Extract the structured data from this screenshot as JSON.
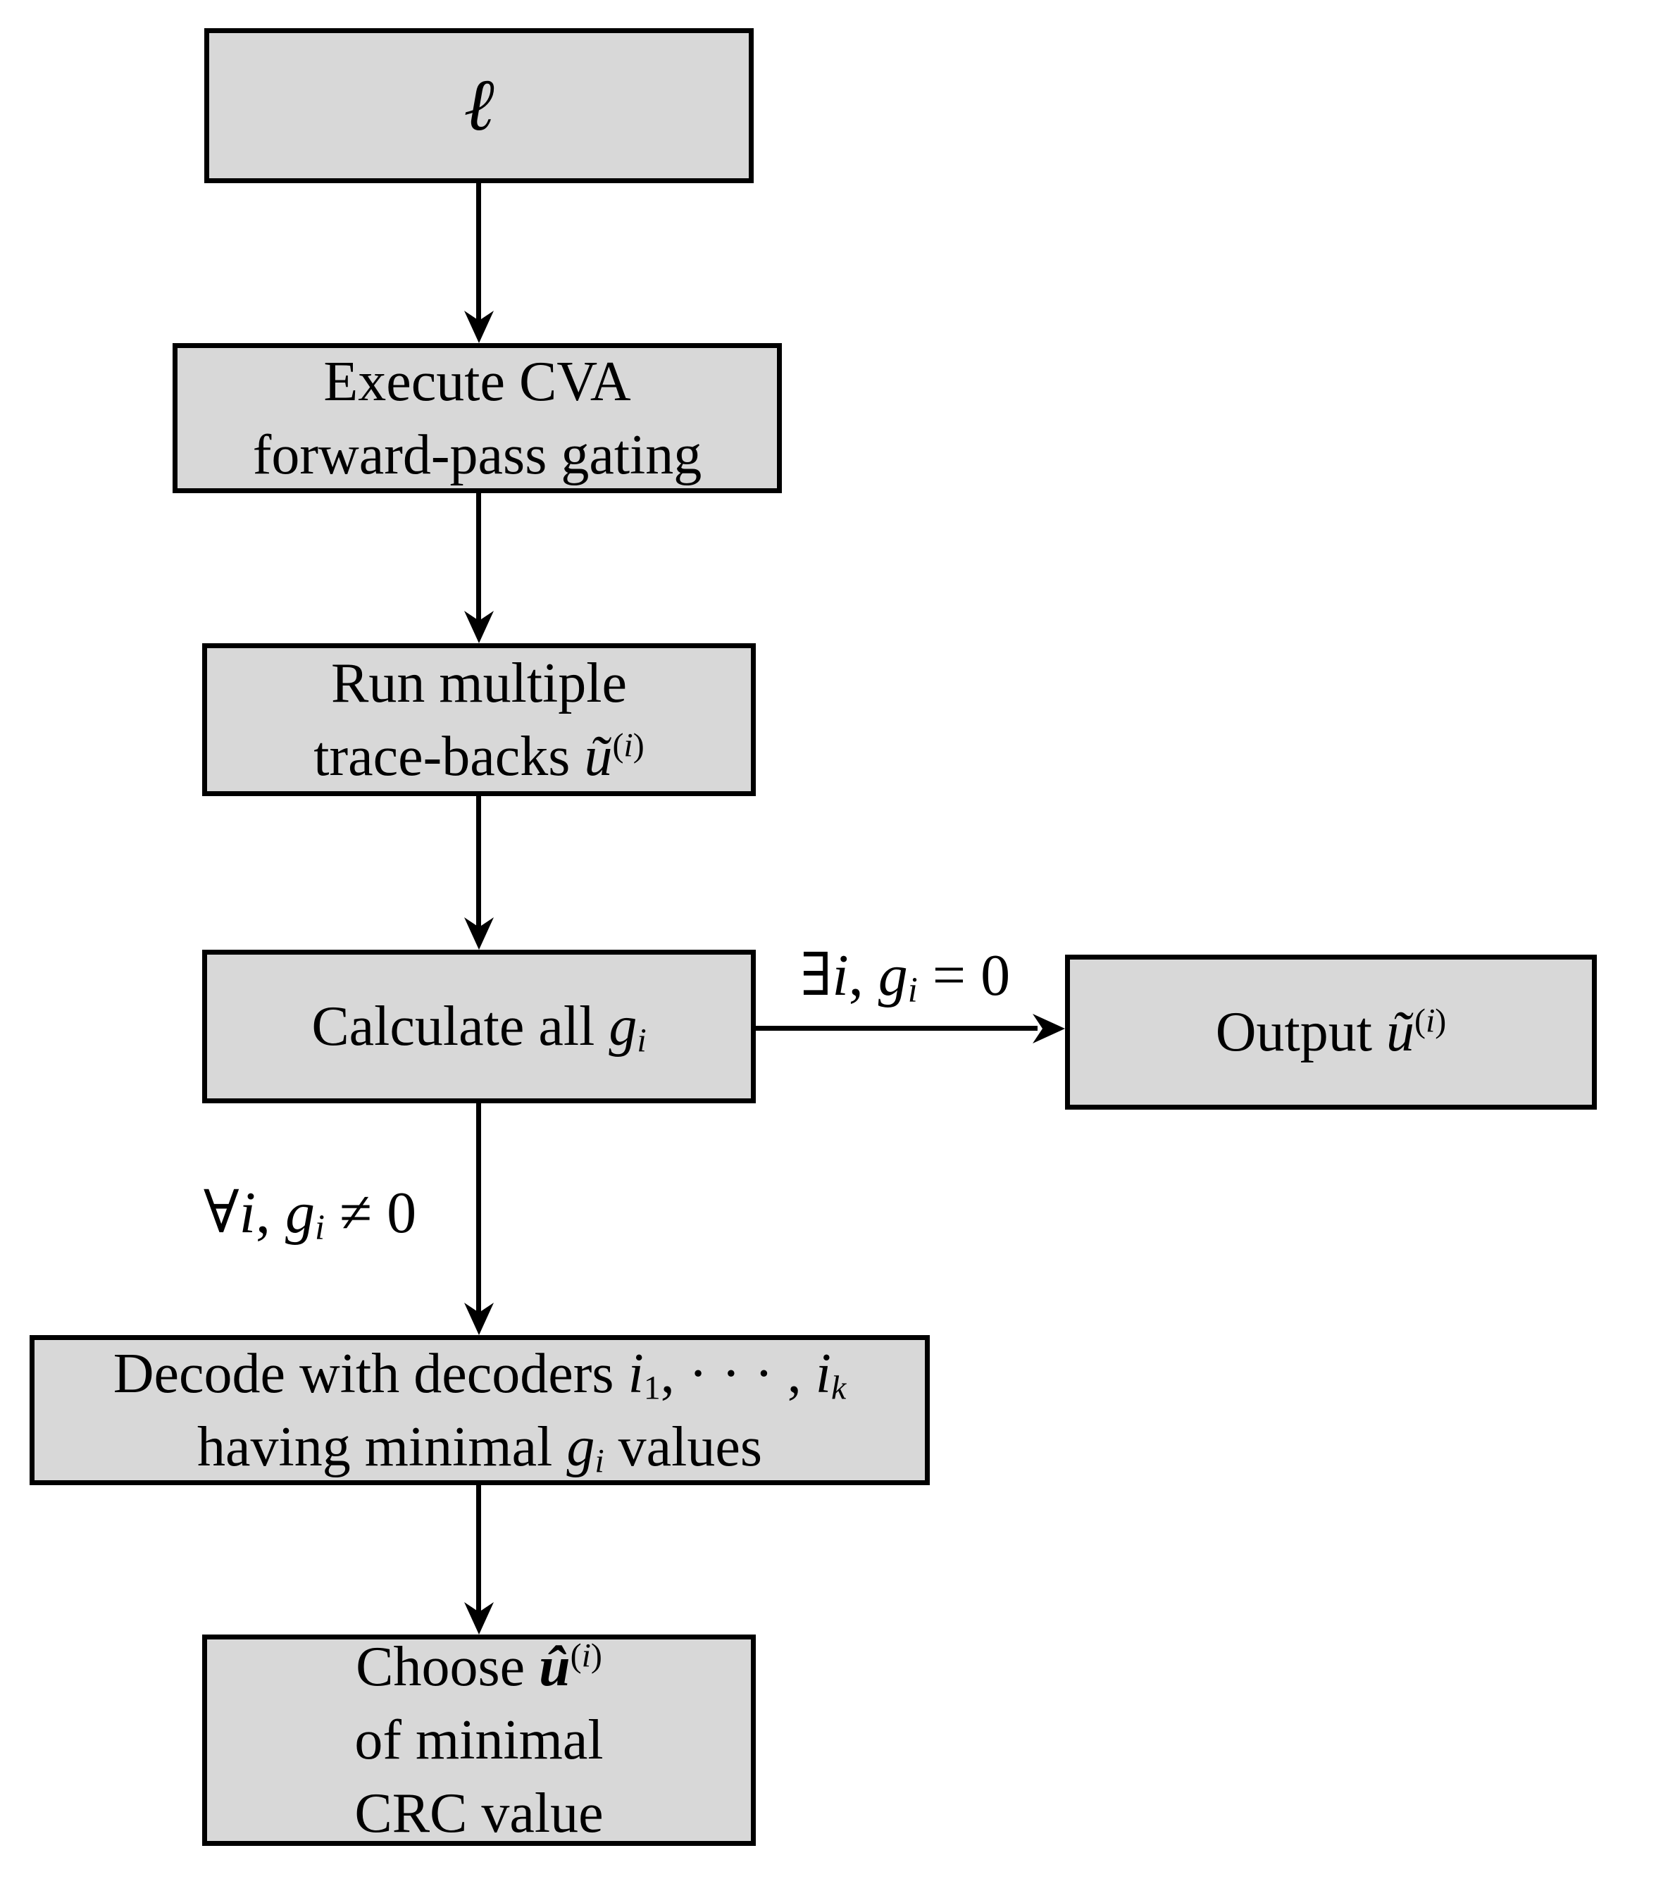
{
  "figure": {
    "type": "flowchart",
    "background": "#ffffff",
    "node_fill": "#d8d8d8",
    "node_border": "#000000",
    "text_color": "#000000",
    "nodes": {
      "input": {
        "label": "ℓ"
      },
      "gating": {
        "line1": "Execute CVA",
        "line2": "forward-pass gating"
      },
      "traceback": {
        "line1": "Run multiple",
        "line2_text": "trace-backs ",
        "var": "ũ",
        "sup_open": "(",
        "sup_var": "i",
        "sup_close": ")"
      },
      "calculate": {
        "text": "Calculate all ",
        "var": "g",
        "sub": "i"
      },
      "output": {
        "text": "Output ",
        "var": "ũ",
        "sup_open": "(",
        "sup_var": "i",
        "sup_close": ")"
      },
      "decode": {
        "line1_text": "Decode with decoders ",
        "var1": "i",
        "sub1": "1",
        "sep": ", · · · , ",
        "var2": "i",
        "sub2": "k",
        "line2_pre": "having minimal ",
        "line2_var": "g",
        "line2_sub": "i",
        "line2_post": " values"
      },
      "choose": {
        "line1_text": "Choose ",
        "var": "û",
        "sup_open": "(",
        "sup_var": "i",
        "sup_close": ")",
        "line2": "of minimal",
        "line3": "CRC value"
      }
    },
    "edge_labels": {
      "exists": {
        "quantifier": "∃",
        "var1": "i",
        "comma": ", ",
        "var2": "g",
        "sub": "i",
        "relation": " = 0"
      },
      "forall": {
        "quantifier": "∀",
        "var1": "i",
        "comma": ", ",
        "var2": "g",
        "sub": "i",
        "relation": " ≠ 0"
      }
    }
  }
}
